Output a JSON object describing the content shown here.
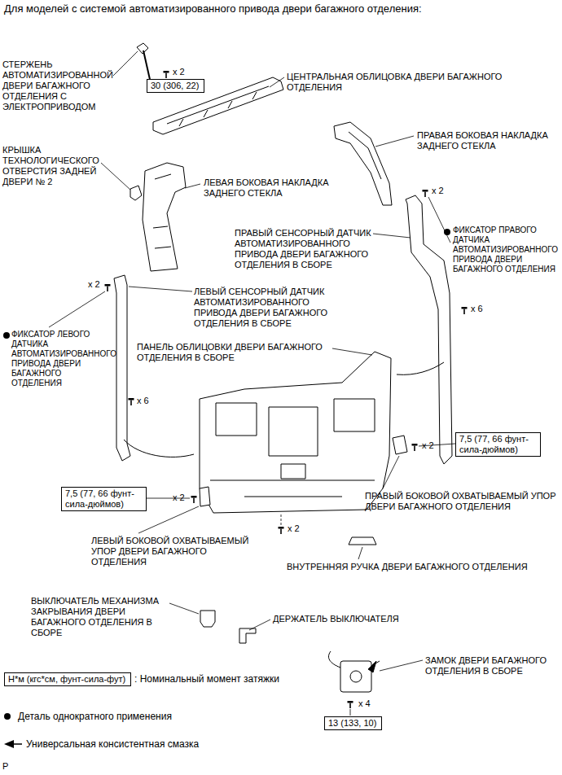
{
  "diagram": {
    "title": "Для моделей с системой автоматизированного привода двери багажного отделения:",
    "nodes": [
      {
        "text": [
          "30 (306, 22)"
        ]
      },
      {
        "text": [
          "7,5 (77, 66 фунт-сила-дюймов)"
        ]
      },
      {
        "text": [
          "7,5 (77, 66 фунт-сила-дюймов)"
        ]
      },
      {
        "text": [
          "Н*м (кгс*см, фунт-сила-фут)"
        ]
      },
      {
        "text": [
          "13 (133, 10)"
        ]
      }
    ],
    "edges": [],
    "labels": [
      "СТЕРЖЕНЬ АВТОМАТИЗИРОВАННОЙ ДВЕРИ БАГАЖНОГО ОТДЕЛЕНИЯ С ЭЛЕКТРОПРИВОДОМ",
      "x 2",
      "ЦЕНТРАЛЬНАЯ ОБЛИЦОВКА ДВЕРИ БАГАЖНОГО ОТДЕЛЕНИЯ",
      "ПРАВАЯ БОКОВАЯ НАКЛАДКА ЗАДНЕГО СТЕКЛА",
      "КРЫШКА ТЕХНОЛОГИЧЕСКОГО ОТВЕРСТИЯ ЗАДНЕЙ ДВЕРИ № 2",
      "ЛЕВАЯ БОКОВАЯ НАКЛАДКА ЗАДНЕГО СТЕКЛА",
      "x 2",
      "ФИКСАТОР ПРАВОГО ДАТЧИКА АВТОМАТИЗИРОВАННОГО ПРИВОДА ДВЕРИ БАГАЖНОГО ОТДЕЛЕНИЯ",
      "ПРАВЫЙ СЕНСОРНЫЙ ДАТЧИК АВТОМАТИЗИРОВАННОГО ПРИВОДА ДВЕРИ БАГАЖНОГО ОТДЕЛЕНИЯ В СБОРЕ",
      "x 2",
      "ЛЕВЫЙ СЕНСОРНЫЙ ДАТЧИК АВТОМАТИЗИРОВАННОГО ПРИВОДА ДВЕРИ БАГАЖНОГО ОТДЕЛЕНИЯ В СБОРЕ",
      "x 6",
      "ФИКСАТОР ЛЕВОГО ДАТЧИКА АВТОМАТИЗИРОВАННОГО ПРИВОДА ДВЕРИ БАГАЖНОГО ОТДЕЛЕНИЯ",
      "ПАНЕЛЬ ОБЛИЦОВКИ ДВЕРИ БАГАЖНОГО ОТДЕЛЕНИЯ В СБОРЕ",
      "x 6",
      "x 2",
      "x 2",
      "ПРАВЫЙ БОКОВОЙ ОХВАТЫВАЕМЫЙ УПОР ДВЕРИ БАГАЖНОГО ОТДЕЛЕНИЯ",
      "x 2",
      "ЛЕВЫЙ БОКОВОЙ ОХВАТЫВАЕМЫЙ УПОР ДВЕРИ БАГАЖНОГО ОТДЕЛЕНИЯ",
      "ВНУТРЕННЯЯ РУЧКА ДВЕРИ БАГАЖНОГО ОТДЕЛЕНИЯ",
      "ВЫКЛЮЧАТЕЛЬ МЕХАНИЗМА ЗАКРЫВАНИЯ ДВЕРИ БАГАЖНОГО ОТДЕЛЕНИЯ В СБОРЕ",
      "ДЕРЖАТЕЛЬ ВЫКЛЮЧАТЕЛЯ",
      "ЗАМОК ДВЕРИ БАГАЖНОГО ОТДЕЛЕНИЯ В СБОРЕ",
      "x 4",
      "P"
    ],
    "legend": [
      {
        "text": ": Номинальный момент затяжки"
      },
      {
        "text": "Деталь однократного применения"
      },
      {
        "text": "Универсальная консистентная смазка"
      }
    ]
  }
}
